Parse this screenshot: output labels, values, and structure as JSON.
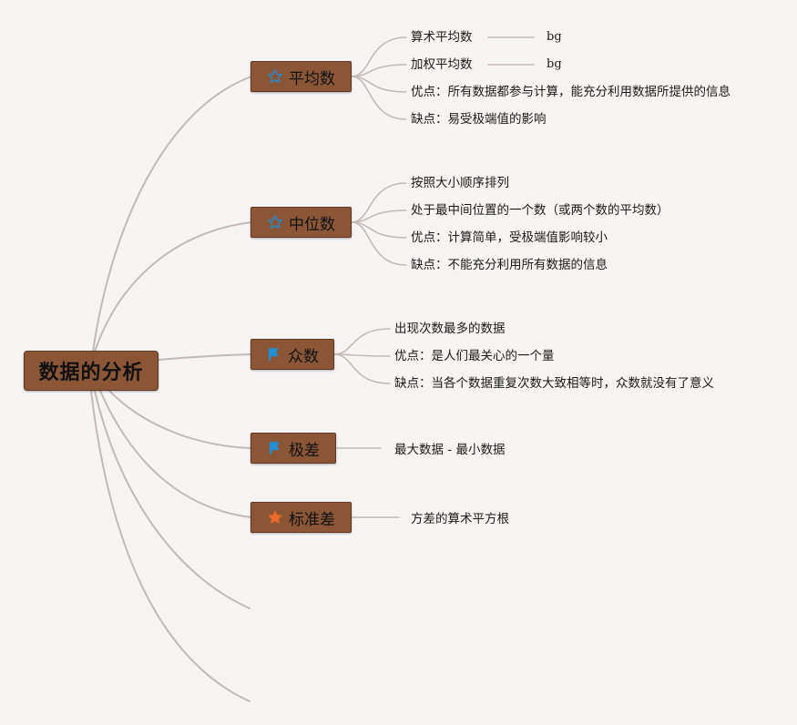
{
  "root": {
    "title": "数据的分析"
  },
  "branches": [
    {
      "label": "平均数",
      "icon": "star-outline-icon",
      "leaves": [
        {
          "text": "算术平均数",
          "tag": "bg"
        },
        {
          "text": "加权平均数",
          "tag": "bg"
        },
        {
          "text": "优点：所有数据都参与计算，能充分利用数据所提供的信息"
        },
        {
          "text": "缺点：易受极端值的影响"
        }
      ]
    },
    {
      "label": "中位数",
      "icon": "star-outline-icon",
      "leaves": [
        {
          "text": "按照大小顺序排列"
        },
        {
          "text": "处于最中间位置的一个数（或两个数的平均数）"
        },
        {
          "text": "优点：计算简单，受极端值影响较小"
        },
        {
          "text": "缺点：不能充分利用所有数据的信息"
        }
      ]
    },
    {
      "label": "众数",
      "icon": "flag-icon",
      "leaves": [
        {
          "text": "出现次数最多的数据"
        },
        {
          "text": "优点：是人们最关心的一个量"
        },
        {
          "text": "缺点：当各个数据重复次数大致相等时，众数就没有了意义"
        }
      ]
    },
    {
      "label": "极差",
      "icon": "flag-icon",
      "leaves": [
        {
          "text": "最大数据 - 最小数据"
        }
      ]
    },
    {
      "label": "标准差",
      "icon": "star-filled-icon",
      "leaves": [
        {
          "text": "方差的算术平方根"
        }
      ]
    }
  ],
  "colors": {
    "node_fill": "#8a5636",
    "line": "#c2bab5",
    "star_outline": "#2f86c6",
    "flag": "#1f8fd6",
    "star_filled": "#e8692a"
  }
}
